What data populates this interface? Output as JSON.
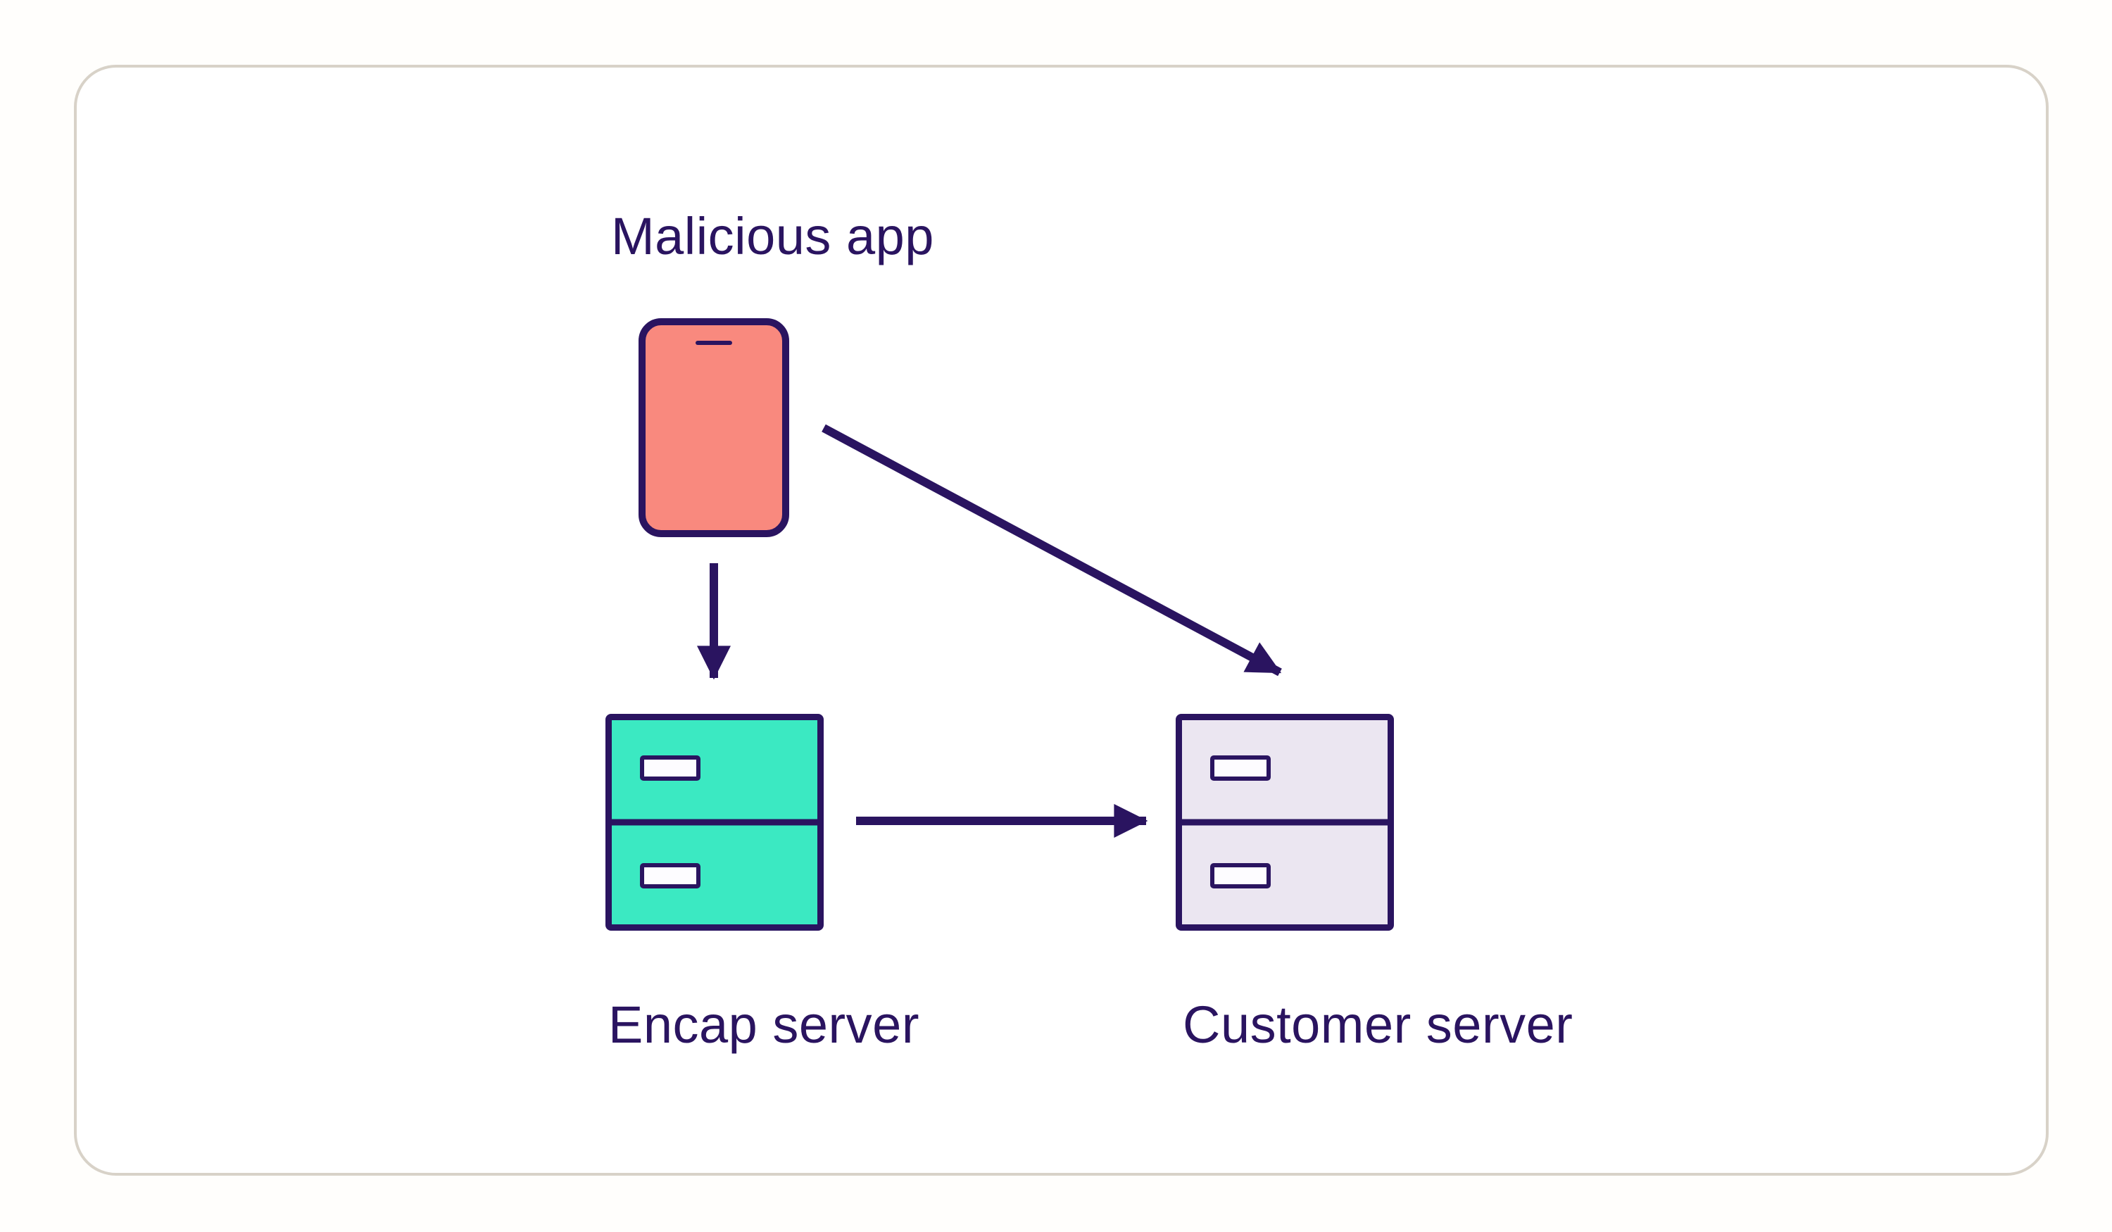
{
  "diagram": {
    "title": "",
    "nodes": {
      "malicious_app": {
        "label": "Malicious app",
        "icon": "phone-icon"
      },
      "encap_server": {
        "label": "Encap server",
        "icon": "filing-cabinet-icon"
      },
      "customer_server": {
        "label": "Customer server",
        "icon": "filing-cabinet-icon"
      }
    },
    "edges": [
      {
        "from": "malicious_app",
        "to": "encap_server",
        "style": "arrow"
      },
      {
        "from": "malicious_app",
        "to": "customer_server",
        "style": "arrow"
      },
      {
        "from": "encap_server",
        "to": "customer_server",
        "style": "arrow"
      }
    ],
    "colors": {
      "outline": "#2a1460",
      "text": "#2a1460",
      "phone_fill": "#f9897e",
      "encap_server_fill": "#3be9c2",
      "customer_server_fill": "#ebe6f1",
      "handle_fill": "#fdfcff",
      "card_border": "#d8d2c8",
      "card_background": "#ffffff"
    }
  }
}
